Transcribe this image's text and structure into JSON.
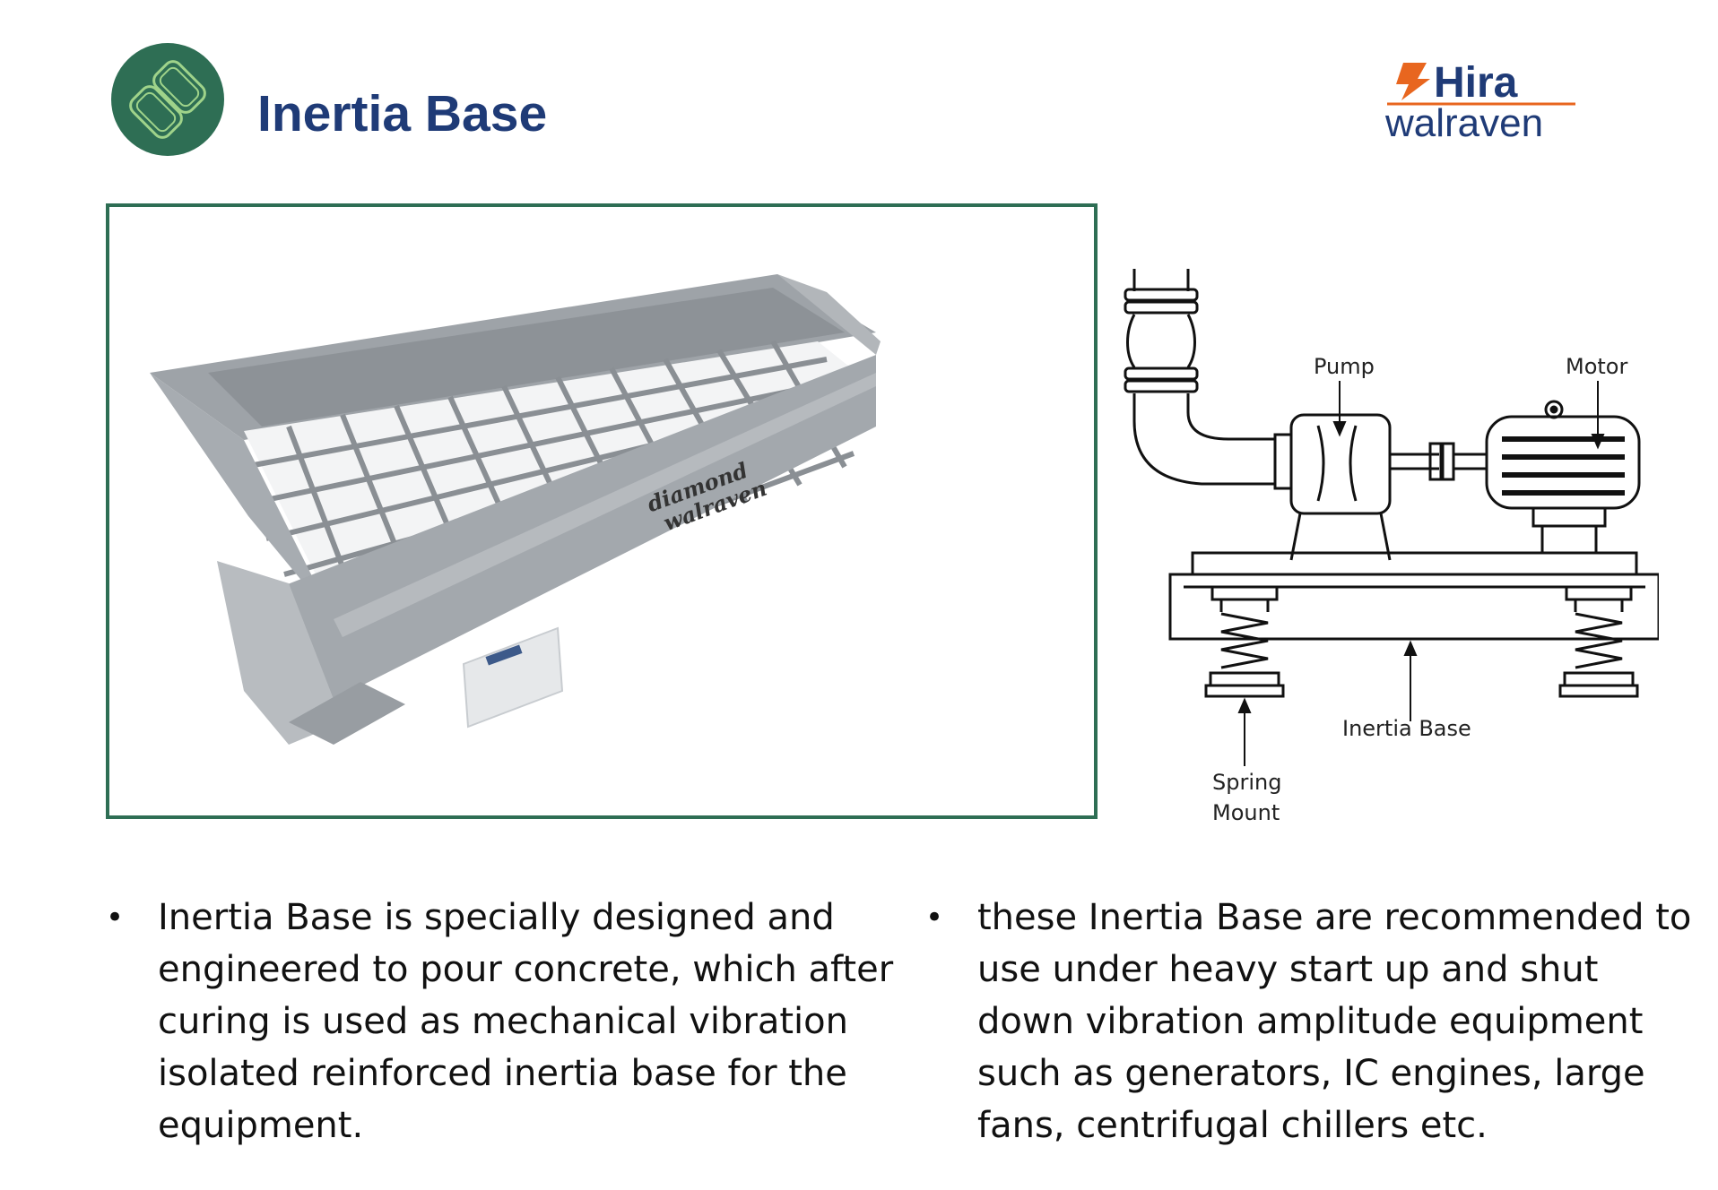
{
  "header": {
    "title": "Inertia Base"
  },
  "logo": {
    "line1": "Hira",
    "line2": "walraven"
  },
  "product_photo": {
    "stamp_line1": "diamond",
    "stamp_line2": "walraven"
  },
  "diagram": {
    "pump_label": "Pump",
    "motor_label": "Motor",
    "base_label": "Inertia Base",
    "spring_label_line1": "Spring",
    "spring_label_line2": "Mount"
  },
  "bullets_left": [
    "Inertia Base is specially designed and engineered to pour concrete, which after curing is used as mechanical vibration isolated reinforced inertia base for the equipment."
  ],
  "bullets_right": [
    "these Inertia Base are recommended to use under heavy start up and shut down vibration amplitude equipment such as generators, IC engines, large fans, centrifugal chillers etc."
  ],
  "colors": {
    "title": "#1f3b77",
    "icon_circle": "#2e6e54",
    "frame_border": "#2e6e54",
    "logo_orange": "#e8661f",
    "logo_navy": "#1f3b77"
  },
  "icons": {
    "title_icon": "chain-link-icon"
  }
}
